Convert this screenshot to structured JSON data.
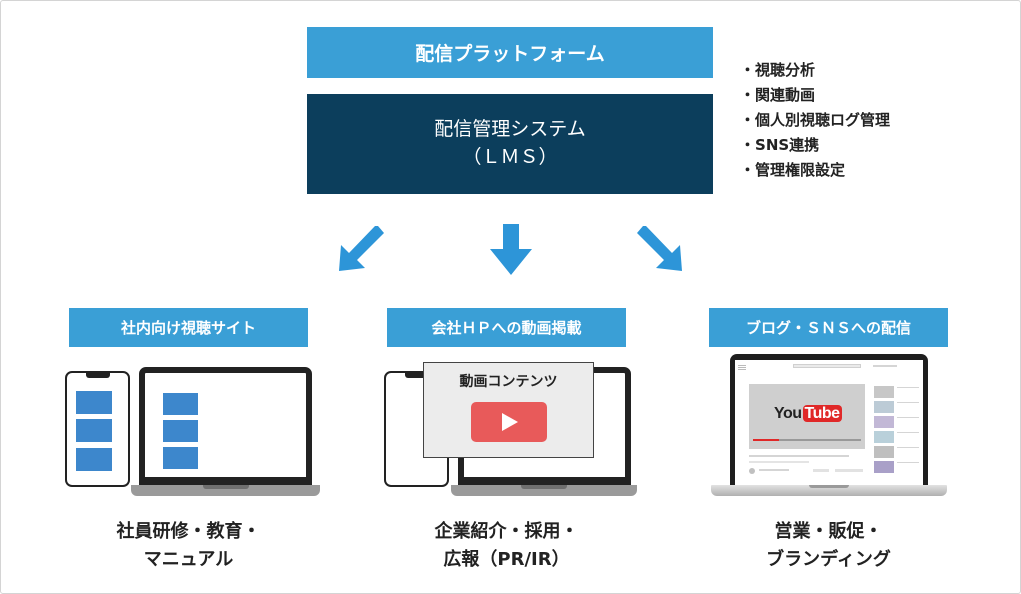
{
  "platform": {
    "label": "配信プラットフォーム"
  },
  "lms": {
    "line1": "配信管理システム",
    "line2": "（ＬＭＳ）"
  },
  "features": [
    "視聴分析",
    "関連動画",
    "個人別視聴ログ管理",
    "SNS連携",
    "管理権限設定"
  ],
  "channels": [
    {
      "label": "社内向け視聴サイト",
      "caption": [
        "社員研修・教育・",
        "マニュアル"
      ]
    },
    {
      "label": "会社ＨＰへの動画掲載",
      "caption": [
        "企業紹介・採用・",
        "広報（PR/IR）"
      ]
    },
    {
      "label": "ブログ・ＳＮＳへの配信",
      "caption": [
        "営業・販促・",
        "ブランディング"
      ]
    }
  ],
  "video_card": {
    "title": "動画コンテンツ"
  },
  "youtube": {
    "logo_you": "You",
    "logo_tube": "Tube"
  },
  "colors": {
    "primary_blue": "#3a9fd6",
    "navy": "#0c3e5c",
    "arrow_blue": "#2d95d8",
    "block_blue": "#3d87cc",
    "play_red": "#e85a5a",
    "youtube_red": "#e02828"
  }
}
